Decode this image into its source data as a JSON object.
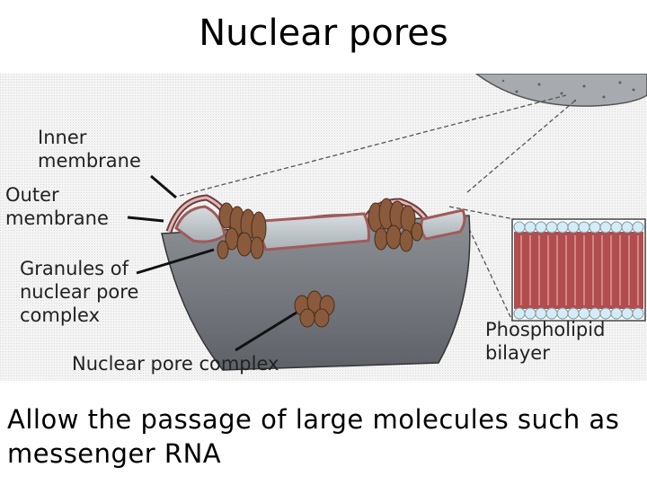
{
  "title": "Nuclear pores",
  "labels": {
    "inner_membrane": [
      "Inner",
      "membrane"
    ],
    "outer_membrane": [
      "Outer",
      "membrane"
    ],
    "granules": [
      "Granules of",
      "nuclear pore",
      "complex"
    ],
    "pore_complex": "Nuclear pore complex",
    "phospholipid": [
      "Phospholipid",
      "bilayer"
    ]
  },
  "caption": [
    "Allow the passage of large molecules such as",
    "messenger RNA"
  ]
}
